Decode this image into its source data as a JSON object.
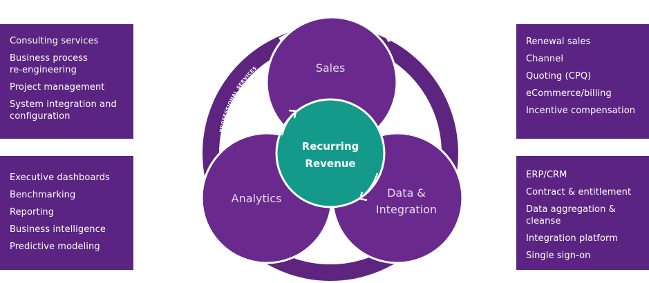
{
  "colors": {
    "panel": "#5b2482",
    "circle": "#6a2a8d",
    "ring": "#5e2580",
    "center": "#149a8a",
    "white": "#ffffff"
  },
  "panels": {
    "top_left": {
      "items": [
        [
          "Consulting services"
        ],
        [
          "Business process",
          "re-engineering"
        ],
        [
          "Project management"
        ],
        [
          "System integration and",
          "configuration"
        ]
      ]
    },
    "bottom_left": {
      "items": [
        [
          "Executive dashboards"
        ],
        [
          "Benchmarking"
        ],
        [
          "Reporting"
        ],
        [
          "Business intelligence"
        ],
        [
          "Predictive modeling"
        ]
      ]
    },
    "top_right": {
      "items": [
        [
          "Renewal sales"
        ],
        [
          "Channel"
        ],
        [
          "Quoting (CPQ)"
        ],
        [
          "eCommerce/billing"
        ],
        [
          "Incentive compensation"
        ]
      ]
    },
    "bottom_right": {
      "items": [
        [
          "ERP/CRM"
        ],
        [
          "Contract & entitlement"
        ],
        [
          "Data aggregation &",
          "cleanse"
        ],
        [
          "Integration platform"
        ],
        [
          "Single sign-on"
        ]
      ]
    }
  },
  "diagram": {
    "ring_label": "PROFESSIONAL SERVICES",
    "sales_label": "Sales",
    "analytics_label": "Analytics",
    "data_label_line1": "Data &",
    "data_label_line2": "Integration",
    "center_line1": "Recurring",
    "center_line2": "Revenue"
  }
}
